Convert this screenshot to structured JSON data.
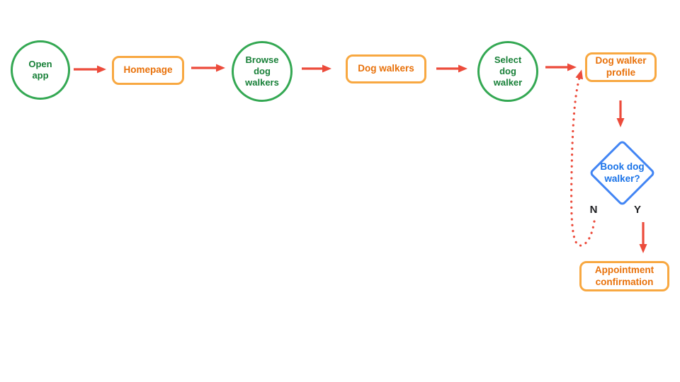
{
  "diagram": {
    "type": "flowchart",
    "background": "#FFFFFF",
    "nodes": {
      "open_app": {
        "label": "Open app",
        "shape": "circle"
      },
      "homepage": {
        "label": "Homepage",
        "shape": "rounded-rect"
      },
      "browse_dog_walkers": {
        "label": "Browse dog walkers",
        "shape": "circle"
      },
      "dog_walkers": {
        "label": "Dog walkers",
        "shape": "rounded-rect"
      },
      "select_dog_walker": {
        "label": "Select dog walker",
        "shape": "circle"
      },
      "dog_walker_profile": {
        "label": "Dog walker profile",
        "shape": "rounded-rect"
      },
      "book_dog_walker": {
        "label": "Book dog walker?",
        "shape": "diamond"
      },
      "appointment_confirmation": {
        "label": "Appointment confirmation",
        "shape": "rounded-rect"
      }
    },
    "branch_labels": {
      "no": "N",
      "yes": "Y"
    },
    "edges": [
      {
        "from": "open_app",
        "to": "homepage",
        "style": "solid"
      },
      {
        "from": "homepage",
        "to": "browse_dog_walkers",
        "style": "solid"
      },
      {
        "from": "browse_dog_walkers",
        "to": "dog_walkers",
        "style": "solid"
      },
      {
        "from": "dog_walkers",
        "to": "select_dog_walker",
        "style": "solid"
      },
      {
        "from": "select_dog_walker",
        "to": "dog_walker_profile",
        "style": "solid"
      },
      {
        "from": "dog_walker_profile",
        "to": "book_dog_walker",
        "style": "solid"
      },
      {
        "from": "book_dog_walker",
        "to": "appointment_confirmation",
        "style": "solid",
        "branch": "Y"
      },
      {
        "from": "book_dog_walker",
        "to": "dog_walker_profile",
        "style": "dotted",
        "branch": "N"
      }
    ],
    "colors": {
      "circle_border": "#34A853",
      "circle_text": "#188038",
      "rect_border": "#F8A841",
      "rect_text": "#E8710A",
      "diamond_border": "#4285F4",
      "diamond_text": "#1A73E8",
      "arrow": "#EC4B3B",
      "branch_label_text": "#202124"
    }
  }
}
